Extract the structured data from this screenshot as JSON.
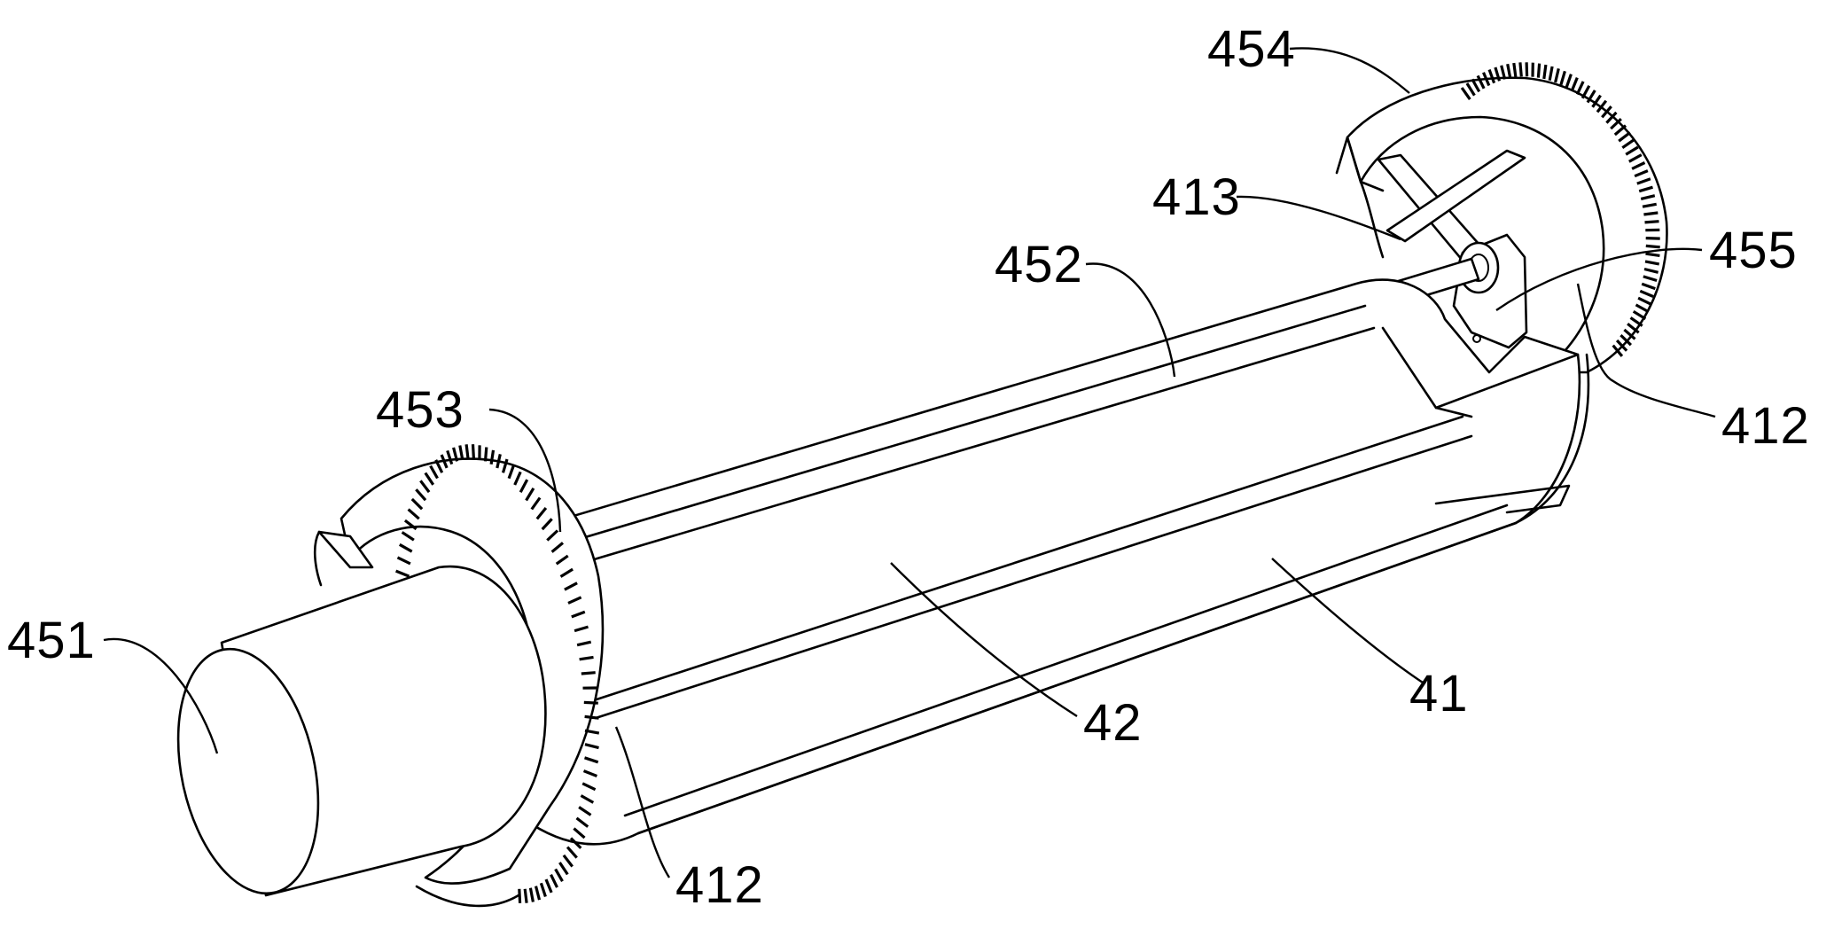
{
  "figure": {
    "labels": [
      {
        "id": "label-451",
        "text": "451"
      },
      {
        "id": "label-452",
        "text": "452"
      },
      {
        "id": "label-453",
        "text": "453"
      },
      {
        "id": "label-454",
        "text": "454"
      },
      {
        "id": "label-455",
        "text": "455"
      },
      {
        "id": "label-413",
        "text": "413"
      },
      {
        "id": "label-412-bottom",
        "text": "412"
      },
      {
        "id": "label-412-right",
        "text": "412"
      },
      {
        "id": "label-42",
        "text": "42"
      },
      {
        "id": "label-41",
        "text": "41"
      }
    ]
  }
}
